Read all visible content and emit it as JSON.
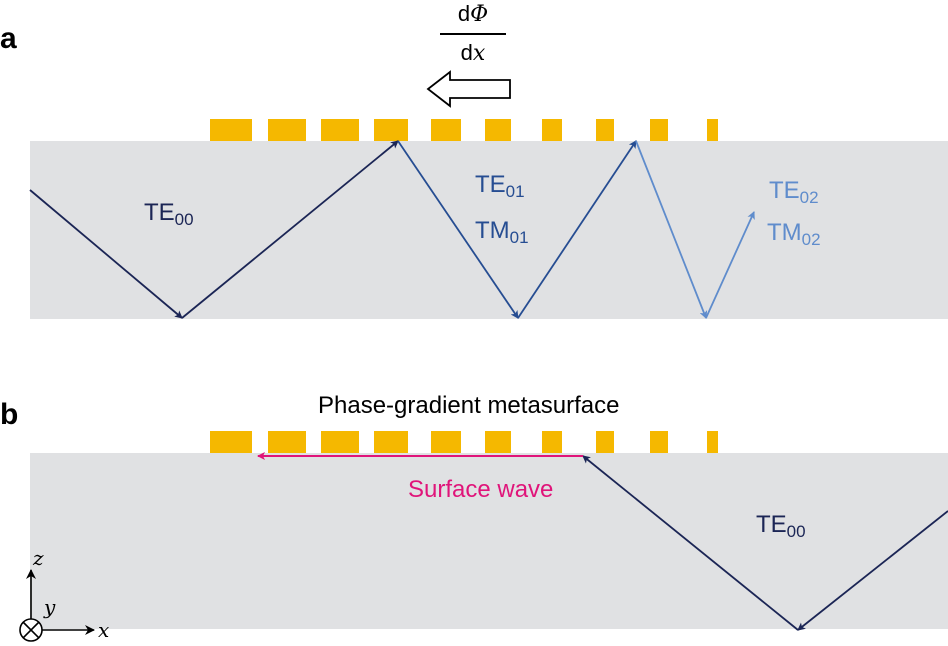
{
  "panel_a": {
    "label": "a",
    "gradient": {
      "numerator_prefix": "d",
      "numerator_symbol": "Φ",
      "denominator_prefix": "d",
      "denominator_symbol": "x"
    },
    "modes": {
      "te00": {
        "base": "TE",
        "sub": "00"
      },
      "te01": {
        "base": "TE",
        "sub": "01"
      },
      "tm01": {
        "base": "TM",
        "sub": "01"
      },
      "te02": {
        "base": "TE",
        "sub": "02"
      },
      "tm02": {
        "base": "TM",
        "sub": "02"
      }
    }
  },
  "panel_b": {
    "label": "b",
    "metasurface_label": "Phase-gradient metasurface",
    "surface_wave_label": "Surface wave",
    "mode": {
      "base": "TE",
      "sub": "00"
    }
  },
  "axes": {
    "z": "z",
    "y": "y",
    "x": "x"
  },
  "colors": {
    "slab": "#e0e1e3",
    "metasurface": "#f5b800",
    "ray_dark": "#1b2555",
    "ray_mid": "#264d92",
    "ray_light": "#5f8ccc",
    "surface_wave": "#e0147a"
  },
  "icons": {
    "gradient_arrow": "left-arrow-outline-icon",
    "into_page": "into-page-cross-icon"
  }
}
